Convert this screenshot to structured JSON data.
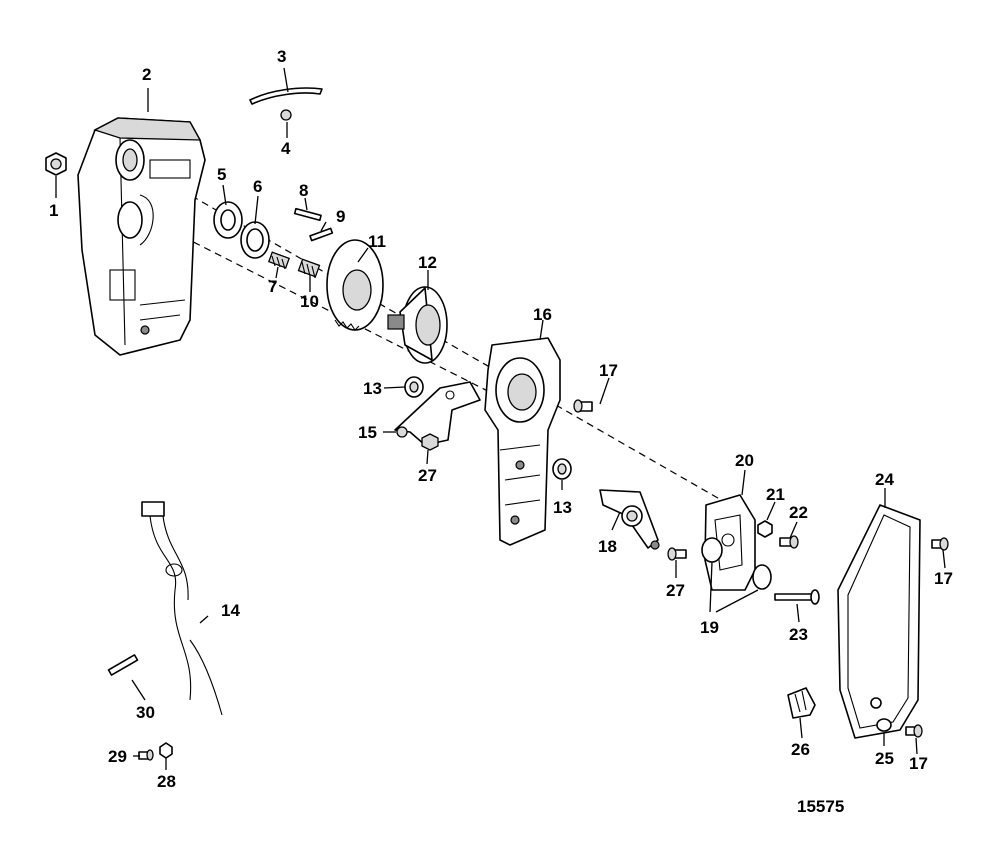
{
  "figure": {
    "number": "15575"
  },
  "callouts": [
    {
      "id": "c1",
      "text": "1"
    },
    {
      "id": "c2",
      "text": "2"
    },
    {
      "id": "c3",
      "text": "3"
    },
    {
      "id": "c4",
      "text": "4"
    },
    {
      "id": "c5",
      "text": "5"
    },
    {
      "id": "c6",
      "text": "6"
    },
    {
      "id": "c7",
      "text": "7"
    },
    {
      "id": "c8",
      "text": "8"
    },
    {
      "id": "c9",
      "text": "9"
    },
    {
      "id": "c10",
      "text": "10"
    },
    {
      "id": "c11",
      "text": "11"
    },
    {
      "id": "c12",
      "text": "12"
    },
    {
      "id": "c13a",
      "text": "13"
    },
    {
      "id": "c13b",
      "text": "13"
    },
    {
      "id": "c14",
      "text": "14"
    },
    {
      "id": "c15",
      "text": "15"
    },
    {
      "id": "c16",
      "text": "16"
    },
    {
      "id": "c17a",
      "text": "17"
    },
    {
      "id": "c17b",
      "text": "17"
    },
    {
      "id": "c17c",
      "text": "17"
    },
    {
      "id": "c18",
      "text": "18"
    },
    {
      "id": "c19",
      "text": "19"
    },
    {
      "id": "c20",
      "text": "20"
    },
    {
      "id": "c21",
      "text": "21"
    },
    {
      "id": "c22",
      "text": "22"
    },
    {
      "id": "c23",
      "text": "23"
    },
    {
      "id": "c24",
      "text": "24"
    },
    {
      "id": "c25",
      "text": "25"
    },
    {
      "id": "c26",
      "text": "26"
    },
    {
      "id": "c27a",
      "text": "27"
    },
    {
      "id": "c27b",
      "text": "27"
    },
    {
      "id": "c28",
      "text": "28"
    },
    {
      "id": "c29",
      "text": "29"
    },
    {
      "id": "c30",
      "text": "30"
    }
  ]
}
